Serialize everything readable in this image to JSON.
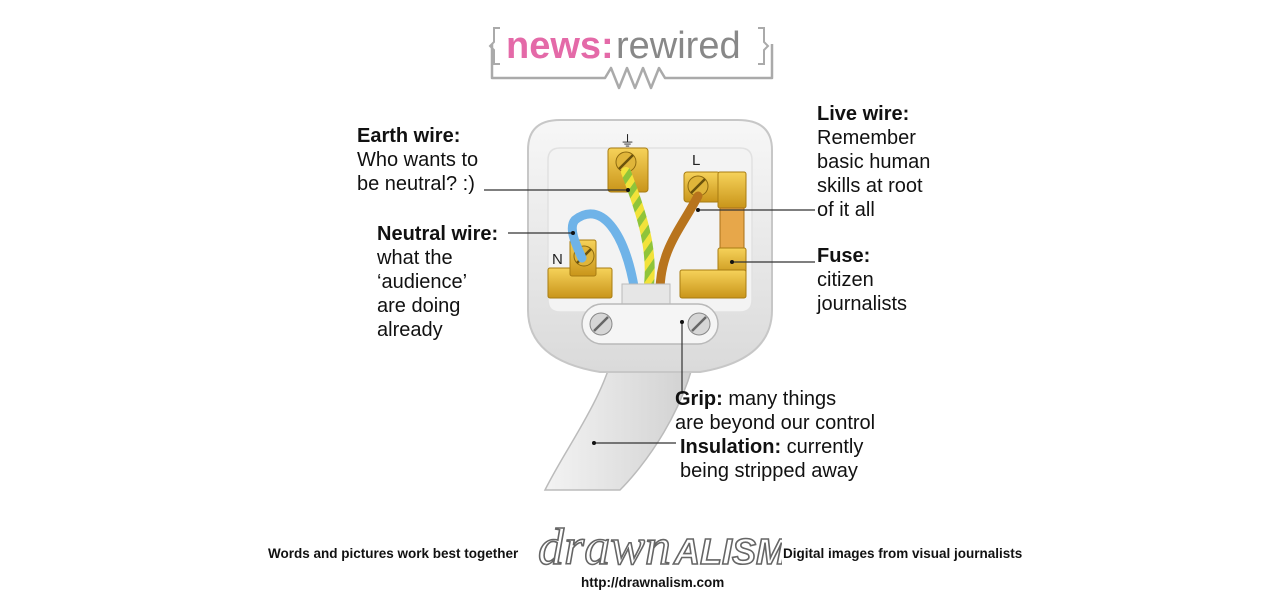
{
  "brand": {
    "news": "news:",
    "rewired": "rewired"
  },
  "pins": {
    "earth_symbol": "⏚",
    "live_letter": "L",
    "neutral_letter": "N"
  },
  "labels": {
    "earth": {
      "title": "Earth wire:",
      "lines": [
        "Who wants to",
        "be neutral? :)"
      ]
    },
    "live": {
      "title": "Live wire:",
      "lines": [
        "Remember",
        "basic human",
        "skills at root",
        "of it all"
      ]
    },
    "neutral": {
      "title": "Neutral wire:",
      "lines": [
        "what the",
        "‘audience’",
        "are doing",
        "already"
      ]
    },
    "fuse": {
      "title": "Fuse:",
      "lines": [
        "citizen",
        "journalists"
      ]
    },
    "grip": {
      "title": "Grip:",
      "rest": " many things",
      "line2": "are beyond our control"
    },
    "insulation": {
      "title": "Insulation:",
      "rest": " currently",
      "line2": "being stripped away"
    }
  },
  "footer": {
    "left": "Words and pictures work best together",
    "right": "Digital images from visual journalists",
    "url": "http://drawnalism.com",
    "logo_drawn": "drawn",
    "logo_alism": "ALISM"
  },
  "colors": {
    "brand_pink": "#e46aa8",
    "brass": "#e3b21c",
    "neutral_wire": "#6fb3e8",
    "earth_wire_green": "#8fc43a",
    "earth_wire_yellow": "#f2e23a",
    "live_wire": "#b8741d",
    "plug_body": "#ececec"
  }
}
